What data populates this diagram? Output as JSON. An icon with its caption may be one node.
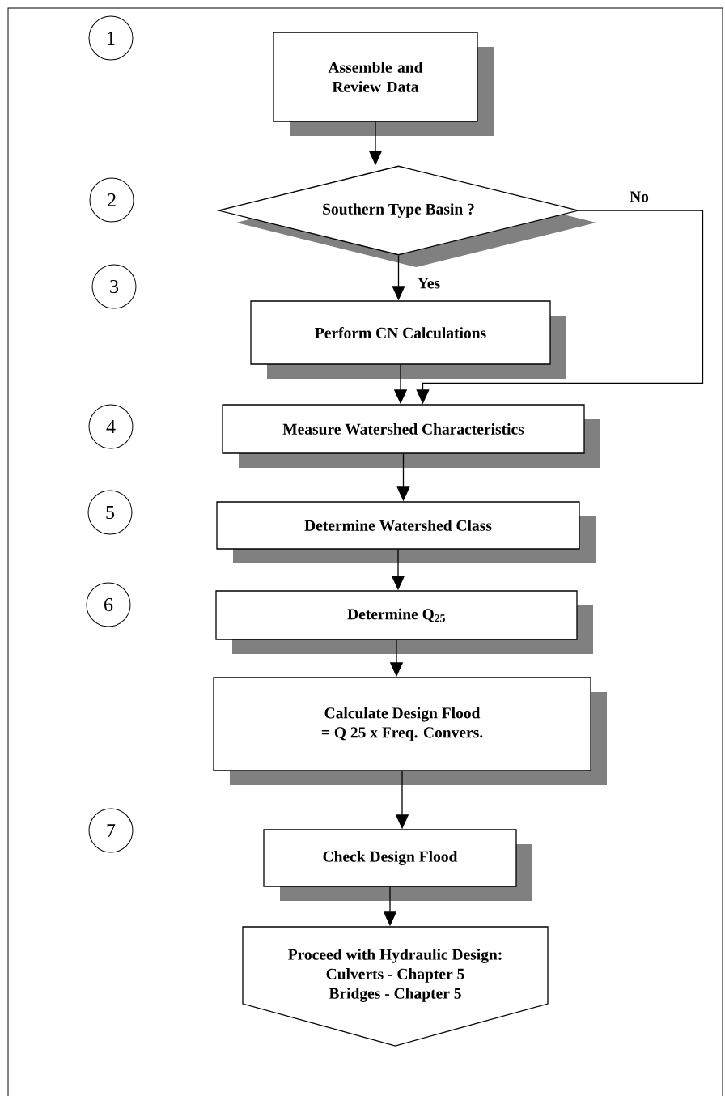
{
  "diagram": {
    "nodes": [
      {
        "text": [
          "1"
        ]
      },
      {
        "text": [
          "Assemble and Review Data"
        ]
      },
      {
        "text": [
          "2"
        ]
      },
      {
        "text": [
          "Southern Type Basin ?"
        ]
      },
      {
        "text": [
          "3"
        ]
      },
      {
        "text": [
          "Perform CN Calculations"
        ]
      },
      {
        "text": [
          "4"
        ]
      },
      {
        "text": [
          "Measure Watershed Characteristics"
        ]
      },
      {
        "text": [
          "5"
        ]
      },
      {
        "text": [
          "Determine Watershed Class"
        ]
      },
      {
        "text": [
          "6"
        ]
      },
      {
        "text": [
          "Determine Q$_{25}$"
        ]
      },
      {
        "text": [
          "Calculate Design Flood",
          "= Q 25 x Freq. Convers."
        ]
      },
      {
        "text": [
          "7"
        ]
      },
      {
        "text": [
          "Check Design Flood"
        ]
      },
      {
        "text": [
          "Proceed with Hydraulic Design:",
          "Culverts - Chapter 5",
          "Bridges - Chapter 5"
        ]
      }
    ],
    "edges": [
      {
        "from": 1,
        "to": 3,
        "arrow": "to"
      },
      {
        "from": 3,
        "to": 5,
        "arrow": "to",
        "label": "Yes"
      },
      {
        "from": 3,
        "to": 7,
        "arrow": "to",
        "label": "No"
      },
      {
        "from": 5,
        "to": 7,
        "arrow": "to"
      },
      {
        "from": 7,
        "to": 9,
        "arrow": "to"
      },
      {
        "from": 9,
        "to": 11,
        "arrow": "to"
      },
      {
        "from": 11,
        "to": 12,
        "arrow": "to"
      },
      {
        "from": 12,
        "to": 14,
        "arrow": "to"
      },
      {
        "from": 14,
        "to": 15,
        "arrow": "to"
      }
    ]
  }
}
